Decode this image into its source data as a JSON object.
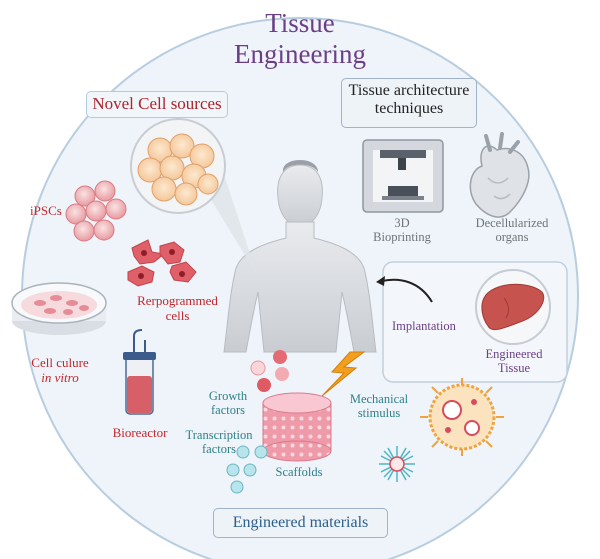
{
  "title": {
    "line1": "Tissue",
    "line2": "Engineering"
  },
  "sections": {
    "cell_sources": "Novel Cell sources",
    "architecture_line1": "Tissue architecture",
    "architecture_line2": "techniques",
    "materials": "Engineered materials"
  },
  "labels": {
    "ipscs": "iPSCs",
    "reprogrammed_line1": "Rerpogrammed",
    "reprogrammed_line2": "cells",
    "culture_line1": "Cell culure",
    "culture_line2": "in vitro",
    "bioreactor": "Bioreactor",
    "bioprinting_line1": "3D",
    "bioprinting_line2": "Bioprinting",
    "decell_line1": "Decellularized",
    "decell_line2": "organs",
    "implantation": "Implantation",
    "engineered_line1": "Engineered",
    "engineered_line2": "Tissue",
    "growth_line1": "Growth",
    "growth_line2": "factors",
    "transcription_line1": "Transcription",
    "transcription_line2": "factors",
    "mechanical_line1": "Mechanical",
    "mechanical_line2": "stimulus",
    "scaffolds": "Scaffolds"
  },
  "colors": {
    "title": "#6b3f87",
    "cell_sources_text": "#b0232a",
    "red_labels": "#c0282d",
    "teal_labels": "#2f7f8a",
    "materials_text": "#2c5e8c",
    "circle_fill": "#eef4f9",
    "circle_border": "#b9cde0"
  },
  "icons": [
    "stem-cell-cluster-icon",
    "ipsc-cells-icon",
    "reprogrammed-cells-icon",
    "petri-dish-icon",
    "bioreactor-icon",
    "human-body-icon",
    "3d-printer-icon",
    "heart-icon",
    "liver-icon",
    "scaffold-icon",
    "lightning-icon",
    "nanoparticle-icon",
    "growth-factor-icon",
    "transcription-factor-icon",
    "curved-arrow-icon"
  ]
}
